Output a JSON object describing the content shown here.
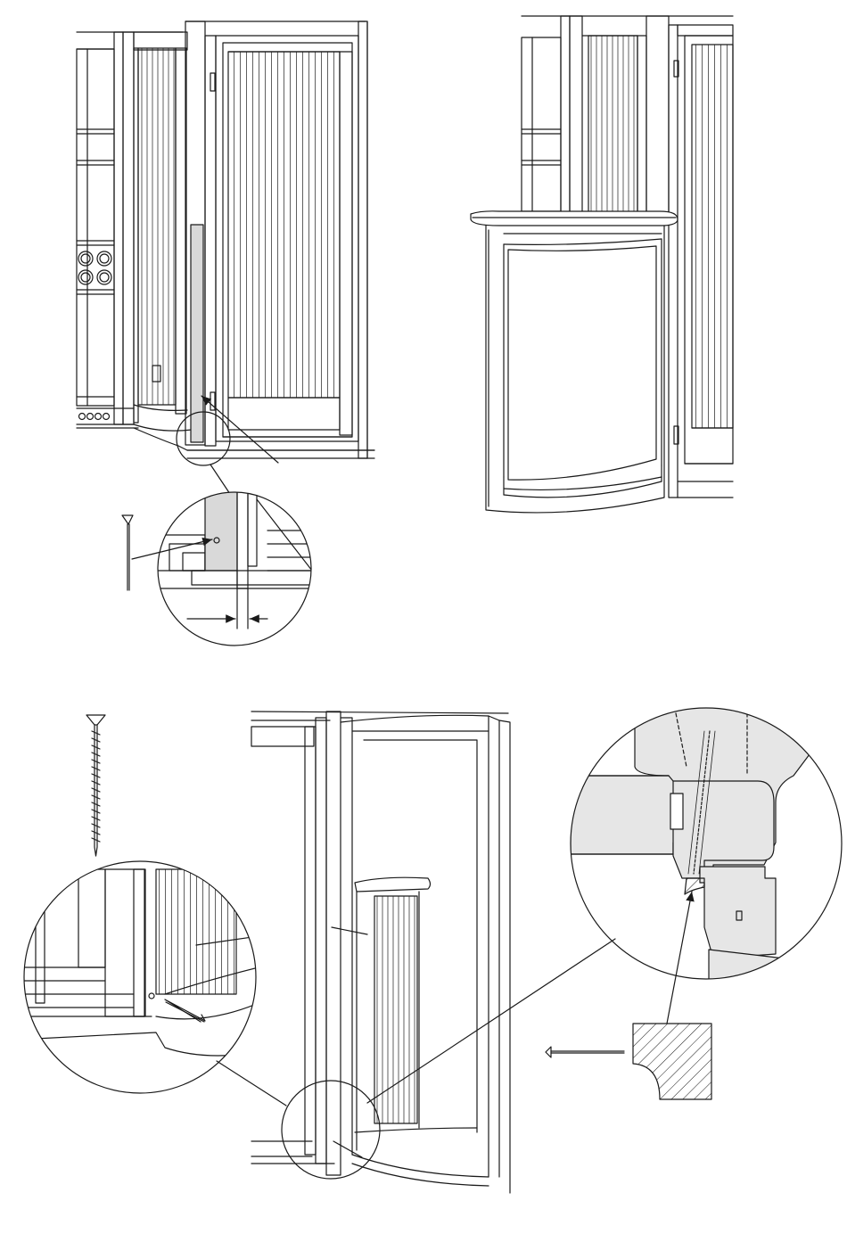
{
  "document": {
    "type": "assembly-instruction-illustration",
    "colors": {
      "line": "#1a1a1a",
      "panel_fill": "#ffffff",
      "highlight_fill": "#d9d9d9",
      "section_fill": "#e6e6e6"
    },
    "steps": [
      {
        "name": "step-1-align-trim-strip",
        "icons": [
          "panel-pin-icon",
          "gap-dimension-icon",
          "magnifier-circle-icon"
        ]
      },
      {
        "name": "step-2-fit-curved-door",
        "icons": [
          "curved-door-icon",
          "hinge-icon"
        ]
      },
      {
        "name": "step-3-screw-fixing",
        "icons": [
          "countersunk-screw-icon",
          "magnifier-circle-icon"
        ]
      },
      {
        "name": "step-4-cross-section",
        "icons": [
          "screw-section-icon",
          "quadrant-moulding-section-icon",
          "panel-pin-icon"
        ]
      }
    ]
  }
}
